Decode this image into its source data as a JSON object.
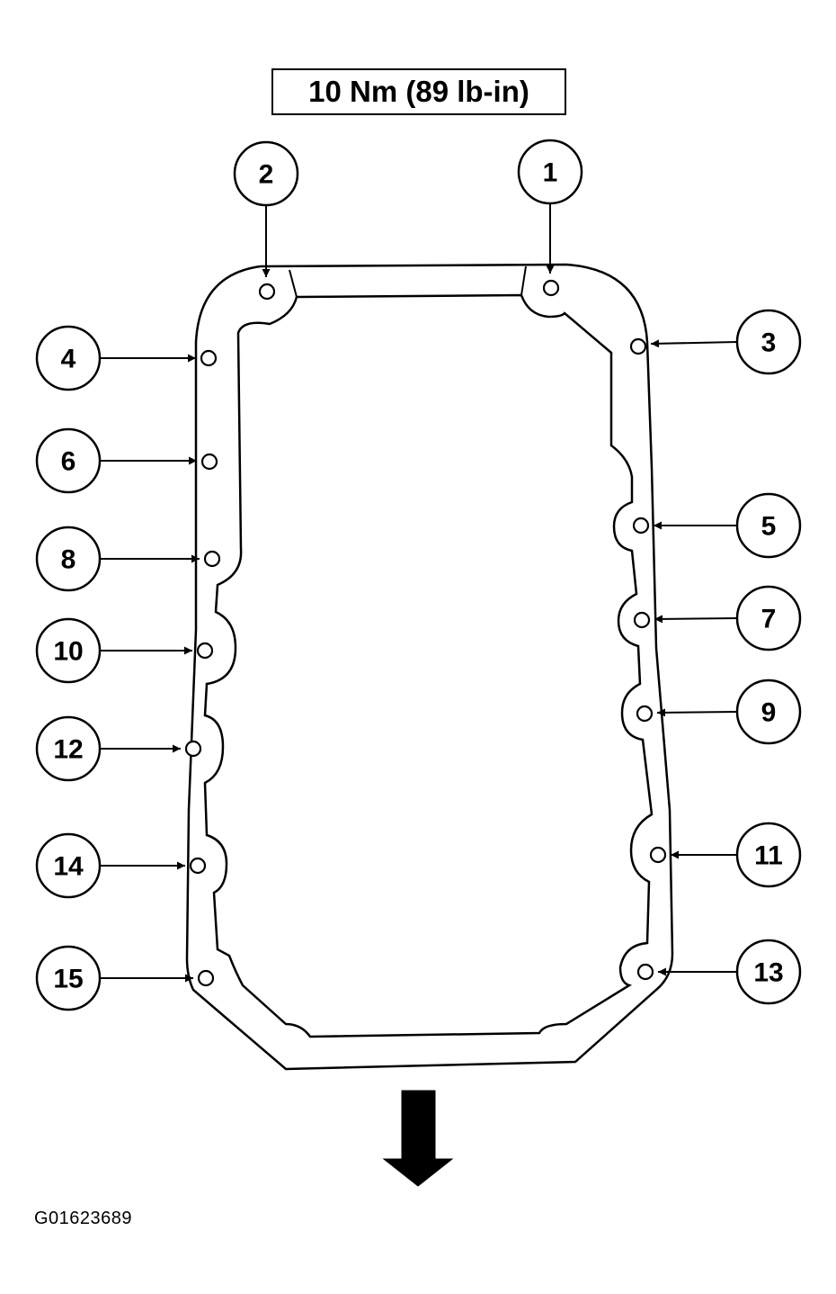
{
  "torque_spec": "10 Nm (89 lb-in)",
  "figure_id": "G01623689",
  "bolt_callouts": [
    {
      "label": "1",
      "side": "top"
    },
    {
      "label": "2",
      "side": "top"
    },
    {
      "label": "3",
      "side": "right"
    },
    {
      "label": "4",
      "side": "left"
    },
    {
      "label": "5",
      "side": "right"
    },
    {
      "label": "6",
      "side": "left"
    },
    {
      "label": "7",
      "side": "right"
    },
    {
      "label": "8",
      "side": "left"
    },
    {
      "label": "9",
      "side": "right"
    },
    {
      "label": "10",
      "side": "left"
    },
    {
      "label": "11",
      "side": "right"
    },
    {
      "label": "12",
      "side": "left"
    },
    {
      "label": "13",
      "side": "right"
    },
    {
      "label": "14",
      "side": "left"
    },
    {
      "label": "15",
      "side": "left"
    }
  ],
  "front_arrow_icon": "arrow-down-icon",
  "colors": {
    "line": "#000000",
    "background": "#ffffff"
  }
}
